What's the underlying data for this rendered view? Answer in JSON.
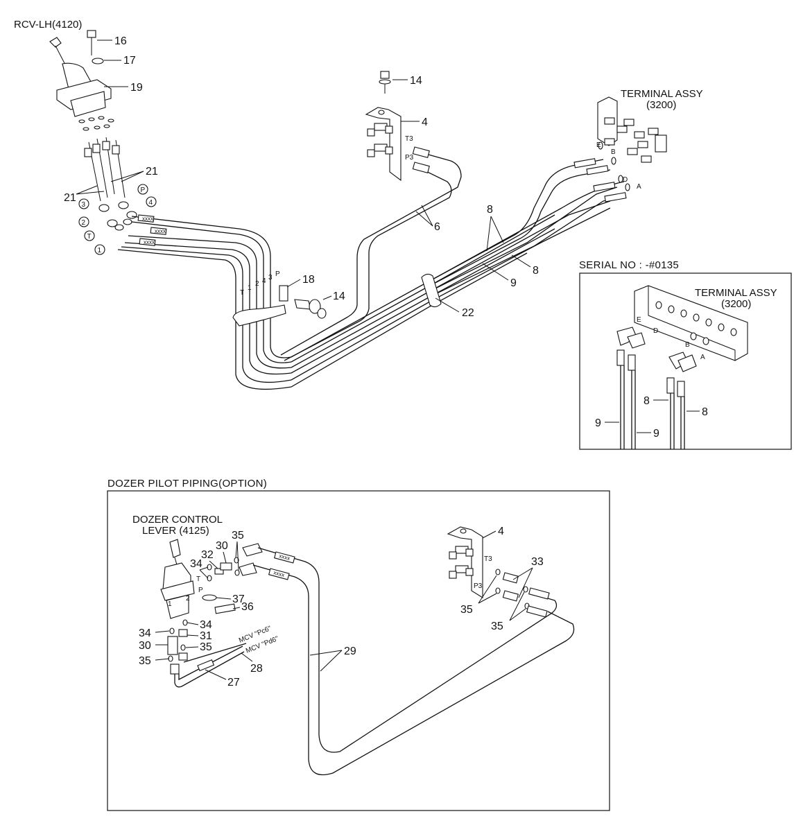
{
  "labels": {
    "rcv_lh": "RCV-LH(4120)",
    "terminal_assy": "TERMINAL ASSY",
    "terminal_code": "(3200)",
    "serial_no": "SERIAL NO : -#0135",
    "dozer_title": "DOZER PILOT PIPING(OPTION)",
    "dozer_lever_1": "DOZER CONTROL",
    "dozer_lever_2": "LEVER (4125)",
    "mcv_pc6": "MCV \"Pc6\"",
    "mcv_pd6": "MCV \"Pd6\""
  },
  "parts": {
    "p4": "4",
    "p6": "6",
    "p8": "8",
    "p9": "9",
    "p14": "14",
    "p16": "16",
    "p17": "17",
    "p18": "18",
    "p19": "19",
    "p21": "21",
    "p22": "22",
    "p27": "27",
    "p28": "28",
    "p29": "29",
    "p30": "30",
    "p31": "31",
    "p32": "32",
    "p33": "33",
    "p34": "34",
    "p35": "35",
    "p36": "36",
    "p37": "37"
  },
  "ports": {
    "t3": "T3",
    "p3": "P3",
    "a": "A",
    "b": "B",
    "d": "D",
    "e": "E",
    "p": "P",
    "t": "T",
    "one": "1",
    "two": "2",
    "three": "3",
    "four": "4"
  },
  "circled": [
    "1",
    "2",
    "3",
    "4",
    "T",
    "P"
  ]
}
